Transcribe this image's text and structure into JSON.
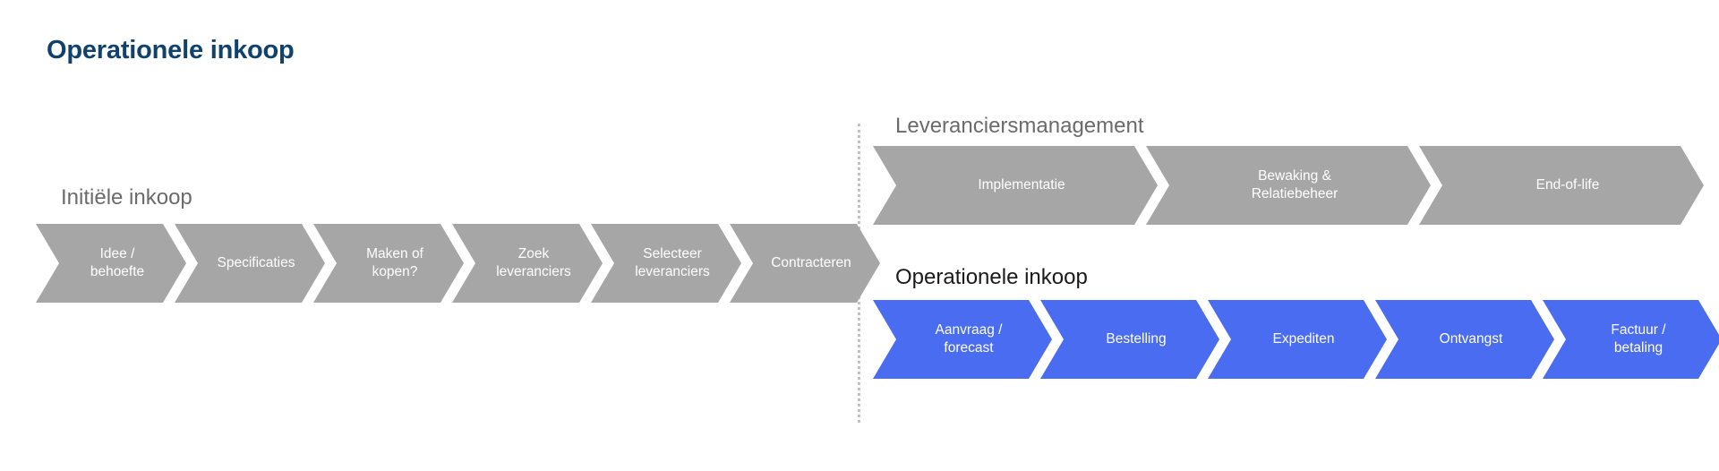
{
  "page": {
    "title": "Operationele inkoop",
    "background_color": "#ffffff",
    "title_color": "#11426e"
  },
  "colors": {
    "gray_chevron": "#a6a6a6",
    "blue_chevron": "#4a6cf0",
    "chevron_text": "#ffffff",
    "muted_label": "#6b6b6b",
    "dark_label": "#1a1a1a",
    "divider": "#c2c2c2"
  },
  "divider": {
    "name": "dotted-vertical-divider",
    "style": "dotted"
  },
  "sections": {
    "initiele_inkoop": {
      "label": "Initiële inkoop",
      "label_color": "#6b6b6b",
      "chevron_color": "#a6a6a6",
      "steps": [
        {
          "label": "Idee /\nbehoefte"
        },
        {
          "label": "Specificaties"
        },
        {
          "label": "Maken of\nkopen?"
        },
        {
          "label": "Zoek\nleveranciers"
        },
        {
          "label": "Selecteer\nleveranciers"
        },
        {
          "label": "Contracteren"
        }
      ]
    },
    "leveranciersmanagement": {
      "label": "Leveranciersmanagement",
      "label_color": "#6b6b6b",
      "chevron_color": "#a6a6a6",
      "steps": [
        {
          "label": "Implementatie"
        },
        {
          "label": "Bewaking &\nRelatiebeheer"
        },
        {
          "label": "End-of-life"
        }
      ]
    },
    "operationele_inkoop": {
      "label": "Operationele inkoop",
      "label_color": "#1a1a1a",
      "chevron_color": "#4a6cf0",
      "steps": [
        {
          "label": "Aanvraag /\nforecast"
        },
        {
          "label": "Bestelling"
        },
        {
          "label": "Expediten"
        },
        {
          "label": "Ontvangst"
        },
        {
          "label": "Factuur /\nbetaling"
        }
      ]
    }
  }
}
